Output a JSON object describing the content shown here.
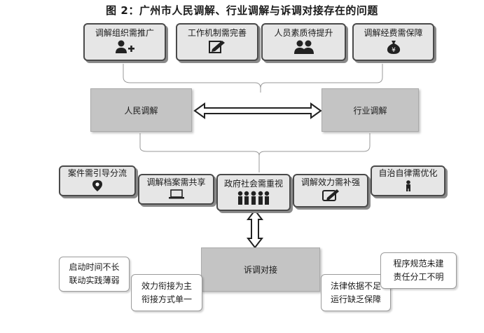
{
  "title": "图 2：广州市人民调解、行业调解与诉调对接存在的问题",
  "top_issues": [
    {
      "label": "调解组织需推广",
      "icon": "person-add-icon"
    },
    {
      "label": "工作机制需完善",
      "icon": "document-edit-icon"
    },
    {
      "label": "人员素质待提升",
      "icon": "people-pair-icon"
    },
    {
      "label": "调解经费需保障",
      "icon": "money-bag-icon"
    }
  ],
  "people_mediation": "人民调解",
  "industry_mediation": "行业调解",
  "middle_issues": [
    {
      "label": "案件需引导分流",
      "icon": "location-pin-icon"
    },
    {
      "label": "调解档案需共享",
      "icon": "laptop-icon"
    },
    {
      "label": "政府社会需重视",
      "icon": "group-people-icon"
    },
    {
      "label": "调解效力需补强",
      "icon": "document-edit-icon"
    },
    {
      "label": "自治自律需优化",
      "icon": "standing-person-icon"
    }
  ],
  "litigation_connection": "诉调对接",
  "bottom_issues": [
    {
      "lines": [
        "启动时间不长",
        "联动实践薄弱"
      ]
    },
    {
      "lines": [
        "效力衔接为主",
        "衔接方式单一"
      ]
    },
    {
      "lines": [
        "法律依据不足",
        "运行缺乏保障"
      ]
    },
    {
      "lines": [
        "程序规范未建",
        "责任分工不明"
      ]
    }
  ]
}
